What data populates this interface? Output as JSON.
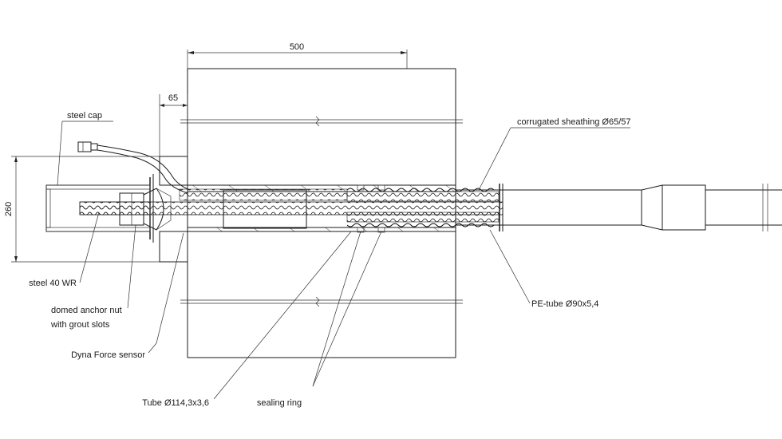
{
  "dimensions": {
    "top_width": "500",
    "cap_offset": "65",
    "height": "260"
  },
  "labels": {
    "steel_cap": "steel cap",
    "corrugated_sheathing": "corrugated sheathing Ø65/57",
    "steel_bar": "steel 40 WR",
    "domed_anchor_nut_1": "domed anchor nut",
    "domed_anchor_nut_2": "with grout slots",
    "dyna_force_sensor": "Dyna Force sensor",
    "pe_tube": "PE-tube Ø90x5,4",
    "tube": "Tube Ø114,3x3,6",
    "sealing_ring": "sealing ring"
  }
}
